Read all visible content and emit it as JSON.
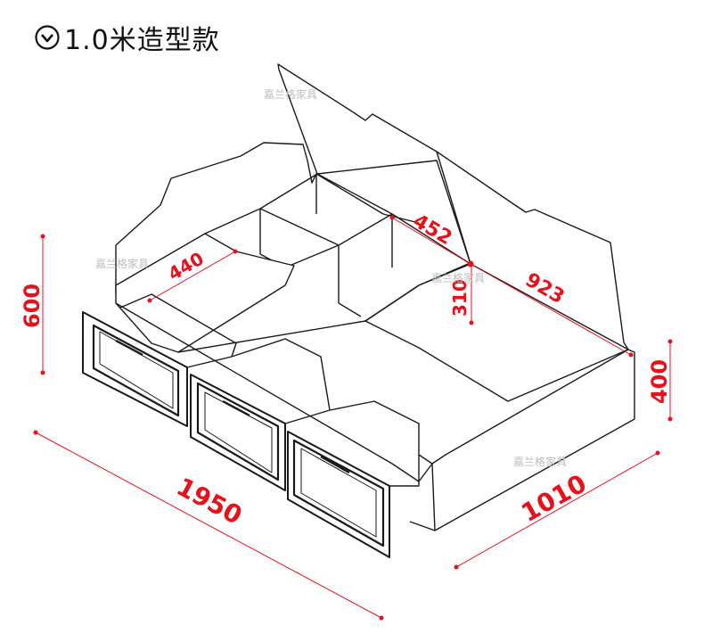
{
  "title": "1.0米造型款",
  "title_icon": "chevron-down-circle-icon",
  "watermarks": [
    "嘉兰格家具",
    "嘉兰格家具",
    "嘉兰格家具",
    "嘉兰格家具"
  ],
  "dimensions": {
    "height_head": "600",
    "height_foot": "400",
    "length": "1950",
    "width": "1010",
    "drawer_depth": "440",
    "compartment_width": "452",
    "lid_length": "923",
    "storage_depth": "310"
  },
  "colors": {
    "dimension": "#e8101a",
    "line": "#1a1a1a",
    "watermark": "#bdbdbd"
  }
}
